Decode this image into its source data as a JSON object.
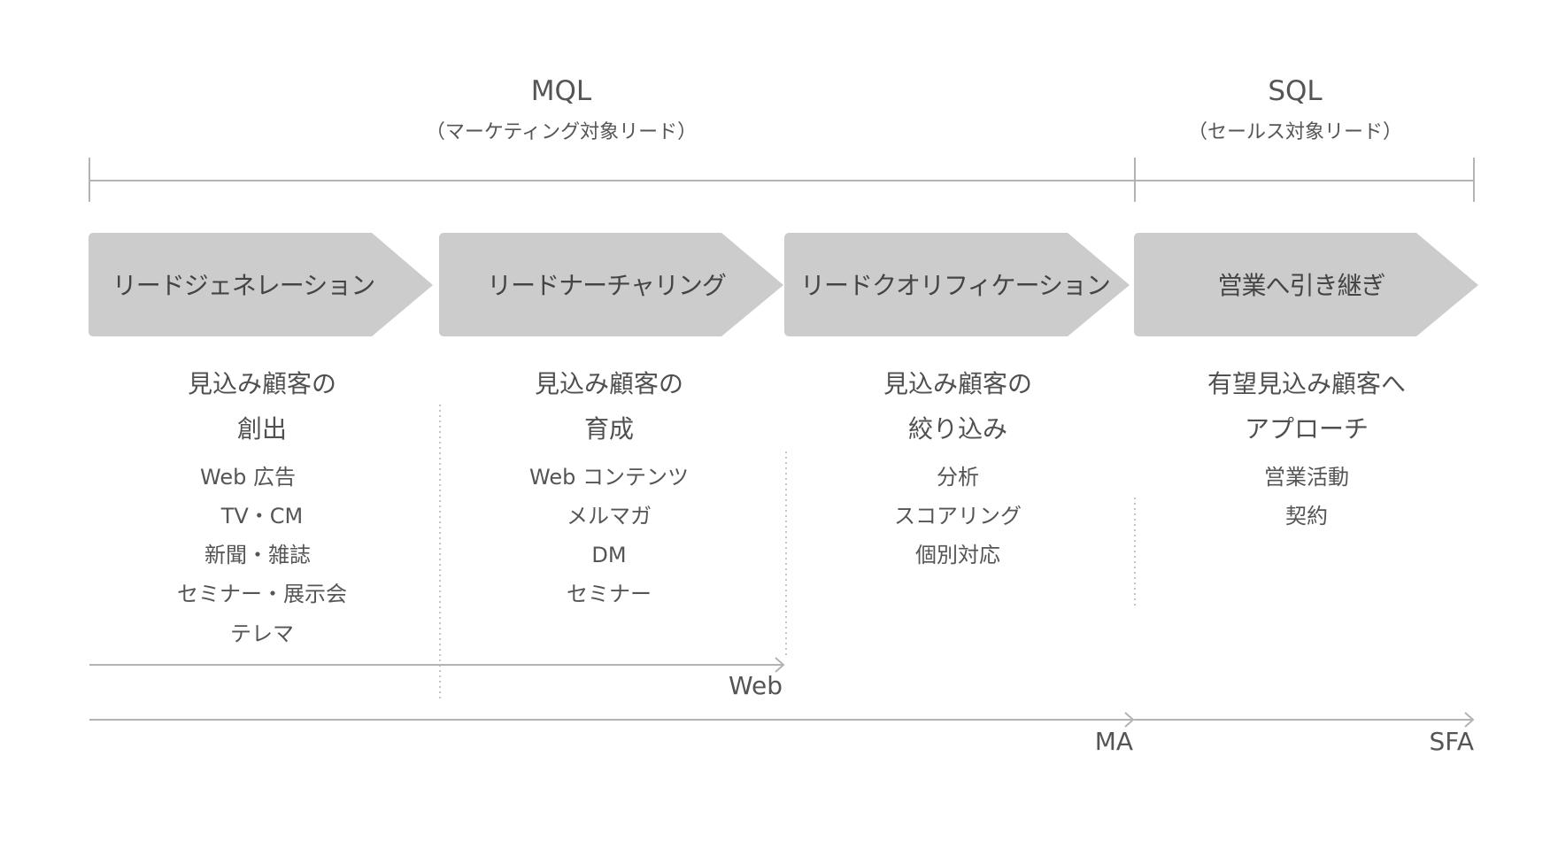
{
  "colors": {
    "line": "#b3b3b3",
    "chevron_fill": "#cccccc",
    "text": "#555555"
  },
  "brackets": [
    {
      "title": "MQL",
      "subtitle": "（マーケティング対象リード）"
    },
    {
      "title": "SQL",
      "subtitle": "（セールス対象リード）"
    }
  ],
  "stages": [
    {
      "label": "リードジェネレーション",
      "description": [
        "見込み顧客の",
        "創出"
      ],
      "items": [
        "Web 広告",
        "TV・CM",
        "新聞・雑誌",
        "セミナー・展示会",
        "テレマ"
      ]
    },
    {
      "label": "リードナーチャリング",
      "description": [
        "見込み顧客の",
        "育成"
      ],
      "items": [
        "Web コンテンツ",
        "メルマガ",
        "DM",
        "セミナー"
      ]
    },
    {
      "label": "リードクオリフィケーション",
      "description": [
        "見込み顧客の",
        "絞り込み"
      ],
      "items": [
        "分析",
        "スコアリング",
        "個別対応"
      ]
    },
    {
      "label": "営業へ引き継ぎ",
      "description": [
        "有望見込み顧客へ",
        "アプローチ"
      ],
      "items": [
        "営業活動",
        "契約"
      ]
    }
  ],
  "tools": {
    "web": "Web",
    "ma": "MA",
    "sfa": "SFA"
  }
}
